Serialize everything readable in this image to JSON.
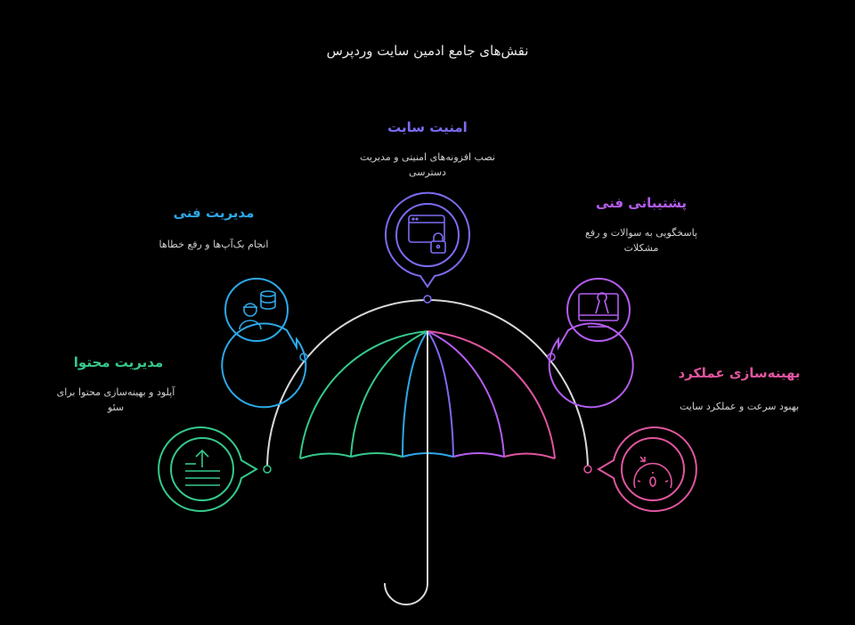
{
  "title": "نقش‌های جامع ادمین سایت وردپرس",
  "colors": {
    "security": "#7b6cf0",
    "support": "#b45df0",
    "technical": "#2ea8e8",
    "content": "#35c98a",
    "performance": "#e0559e",
    "umbrella": "#d8d8d8"
  },
  "roles": [
    {
      "id": "security",
      "heading": "امنیت سایت",
      "desc_lines": [
        "نصب افزونه‌های امنیتی و مدیریت",
        "دسترسی"
      ],
      "icon": "browser-lock-icon"
    },
    {
      "id": "support",
      "heading": "پشتیبانی فنی",
      "desc_lines": [
        "پاسخگویی به سوالات و رفع",
        "مشکلات"
      ],
      "icon": "monitor-wrench-icon"
    },
    {
      "id": "technical",
      "heading": "مدیریت فنی",
      "desc_lines": [
        "انجام بک‌آپ‌ها و رفع خطاها"
      ],
      "icon": "worker-database-icon"
    },
    {
      "id": "content",
      "heading": "مدیریت محتوا",
      "desc_lines": [
        "آپلود و بهینه‌سازی محتوا برای",
        "سئو"
      ],
      "icon": "upload-lines-icon"
    },
    {
      "id": "performance",
      "heading": "بهینه‌سازی عملکرد",
      "desc_lines": [
        "بهبود سرعت و عملکرد سایت"
      ],
      "icon": "speedometer-icon"
    }
  ]
}
